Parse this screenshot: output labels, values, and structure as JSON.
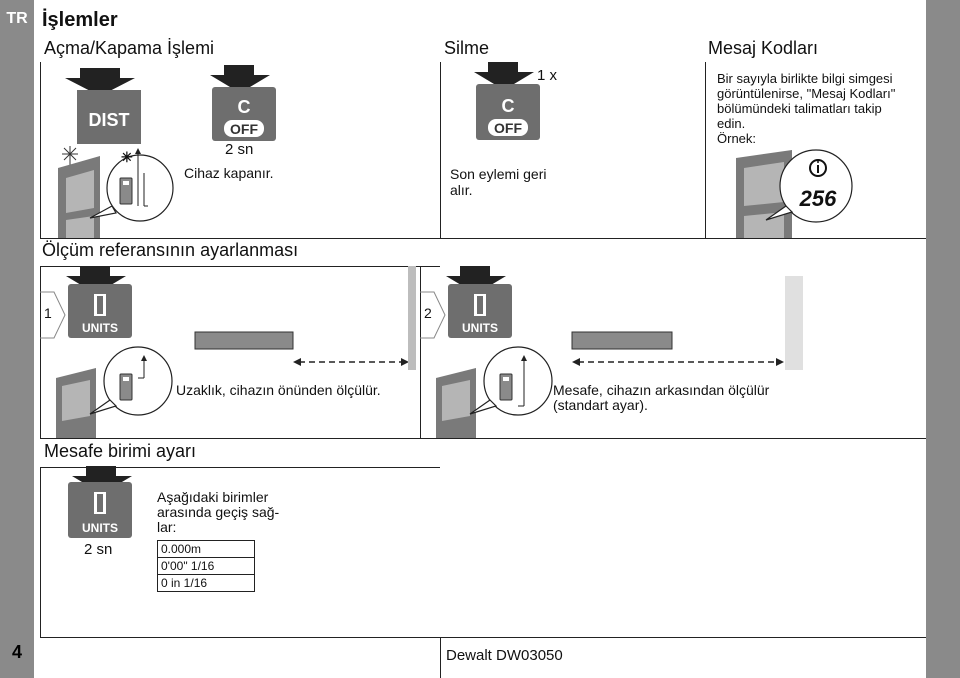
{
  "lang_tag": "TR",
  "page_number": "4",
  "title": "İşlemler",
  "footer": "Dewalt DW03050",
  "onoff": {
    "heading": "Açma/Kapama İşlemi",
    "key_dist": "DIST",
    "key_c": "C",
    "key_off": "OFF",
    "hold": "2 sn",
    "caption": "Cihaz kapanır."
  },
  "clear": {
    "heading": "Silme",
    "press": "1 x",
    "key_c": "C",
    "key_off": "OFF",
    "caption_line1": "Son eylemi geri",
    "caption_line2": "alır."
  },
  "messages": {
    "heading": "Mesaj Kodları",
    "text_lines": [
      "Bir sayıyla birlikte bilgi simgesi",
      "görüntülenirse, \"Mesaj Kodları\"",
      "bölümündeki talimatları takip",
      "edin.",
      "Örnek:"
    ],
    "code": "256"
  },
  "reference": {
    "heading": "Ölçüm referansının ayarlanması",
    "step1": "1",
    "step2": "2",
    "key_units": "UNITS",
    "caption1": "Uzaklık, cihazın önünden ölçülür.",
    "caption2_line1": "Mesafe, cihazın arkasından ölçülür",
    "caption2_line2": "(standart ayar)."
  },
  "units": {
    "heading": "Mesafe birimi ayarı",
    "key_units": "UNITS",
    "hold": "2 sn",
    "text_lines": [
      "Aşağıdaki birimler",
      "arasında geçiş sağ-",
      "lar:"
    ],
    "options": [
      "0.000m",
      "0'00\" 1/16",
      "0 in 1/16"
    ]
  }
}
